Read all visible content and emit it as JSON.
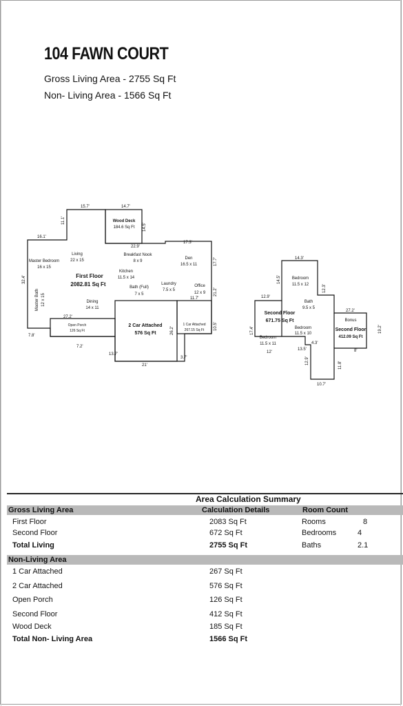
{
  "header": {
    "title": "104 FAWN COURT",
    "gross_living": "Gross Living Area - 2755 Sq Ft",
    "non_living": "Non- Living Area - 1566 Sq Ft"
  },
  "plan": {
    "dims": {
      "d1": "15.7'",
      "d2": "14.7'",
      "d3": "16.1'",
      "d4": "11.1'",
      "d5": "22.9'",
      "d6": "17.3'",
      "d7": "14.5'",
      "d8": "32.4'",
      "d9": "17.7'",
      "d10": "21.2'",
      "d11": "10.5'",
      "d12": "27.2'",
      "d13": "7.8'",
      "d14": "7.2'",
      "d15": "13.7'",
      "d16": "21'",
      "d17": "3.7'",
      "d18": "11.7'",
      "d19": "26.2'",
      "d20": "14.3'",
      "d21": "14.5'",
      "d22": "12.9'",
      "d23": "17.4'",
      "d24": "27.2'",
      "d25": "4.3'",
      "d26": "13.5'",
      "d27": "12'",
      "d28": "12.9'",
      "d29": "10.7'",
      "d30": "19.2'",
      "d31": "8'",
      "d32": "11.8'",
      "d33": "12.3'"
    },
    "rooms": {
      "wood_deck": "Wood Deck",
      "wood_deck_area": "184.6 Sq Ft",
      "living": "Living",
      "living_dim": "22 x 15",
      "master": "Master Bedroom",
      "master_dim": "16 x 15",
      "breakfast": "Breakfast Nook",
      "breakfast_dim": "8 x 9",
      "den": "Den",
      "den_dim": "16.5 x 11",
      "kitchen": "Kitchen",
      "kitchen_dim": "11.5 x 14",
      "first_floor": "First Floor",
      "first_floor_area": "2082.81 Sq Ft",
      "bath_full": "Bath (Full)",
      "bath_full_dim": "7 x 5",
      "laundry": "Laundry",
      "laundry_dim": "7.5 x 5",
      "office": "Office",
      "office_dim": "12 x 9",
      "master_bath": "Master Bath",
      "master_bath_dim": "12 x 15",
      "dining": "Dining",
      "dining_dim": "14 x 11",
      "porch": "Open Porch",
      "porch_area": "126 Sq Ft",
      "car2": "2 Car Attached",
      "car2_area": "576 Sq Ft",
      "car1": "1 Car Attached",
      "car1_area": "267.15 Sq Ft",
      "bedroom_a": "Bedroom",
      "bedroom_a_dim": "11.5 x 12",
      "bath2": "Bath",
      "bath2_dim": "9.5 x 5",
      "second_floor": "Second Floor",
      "second_floor_area": "671.75 Sq Ft",
      "bedroom_b": "Bedroom",
      "bedroom_b_dim": "11.5 x 10",
      "bedroom_c": "Bedroom",
      "bedroom_c_dim": "11.5 x 11",
      "bonus": "Bonus",
      "second_floor_bonus": "Second Floor",
      "second_floor_bonus_area": "412.09 Sq Ft"
    }
  },
  "summary": {
    "title": "Area Calculation Summary",
    "gla_header": "Gross Living Area",
    "calc_header": "Calculation Details",
    "room_count_header": "Room Count",
    "gla_rows": [
      {
        "label": "First Floor",
        "value": "2083 Sq Ft"
      },
      {
        "label": "Second Floor",
        "value": "672 Sq Ft"
      }
    ],
    "total_living_label": "Total Living",
    "total_living_value": "2755 Sq Ft",
    "room_counts": [
      {
        "label": "Rooms",
        "value": "8"
      },
      {
        "label": "Bedrooms",
        "value": "4"
      },
      {
        "label": "Baths",
        "value": "2.1"
      }
    ],
    "nla_header": "Non-Living Area",
    "nla_rows": [
      {
        "label": "1 Car Attached",
        "value": "267 Sq Ft"
      },
      {
        "label": "2 Car Attached",
        "value": "576 Sq Ft"
      },
      {
        "label": "Open Porch",
        "value": "126 Sq Ft"
      },
      {
        "label": "Second Floor",
        "value": "412 Sq Ft"
      },
      {
        "label": "Wood Deck",
        "value": "185 Sq Ft"
      }
    ],
    "total_nla_label": "Total Non- Living Area",
    "total_nla_value": "1566 Sq Ft"
  }
}
